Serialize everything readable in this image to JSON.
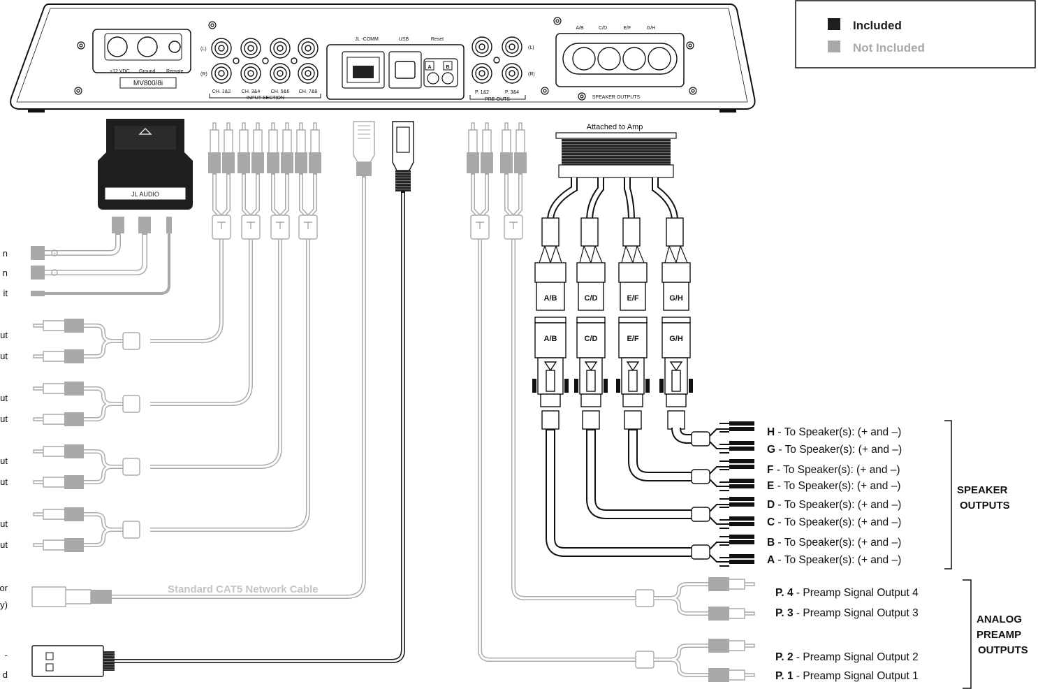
{
  "legend": {
    "included": "Included",
    "not_included": "Not Included",
    "included_color": "#1e1e1e",
    "not_included_color": "#a9a9a9"
  },
  "amp": {
    "power_labels": [
      "+12 VDC",
      "Ground",
      "Remote"
    ],
    "model": "MV800/8i",
    "input_side_l": "(L)",
    "input_side_r": "(R)",
    "input_channels": [
      "CH. 1&2",
      "CH. 3&4",
      "CH. 5&6",
      "CH. 7&8"
    ],
    "input_section": "INPUT SECTION",
    "comm_label": "JL  -COMM",
    "usb_label": "USB",
    "reset_label": "Reset",
    "reset_a": "A",
    "reset_b": "B",
    "preout_l": "(L)",
    "preout_r": "(R)",
    "preout_channels": [
      "P. 1&2",
      "P. 3&4"
    ],
    "preout_section": "PRE-OUTS",
    "speaker_channel_labels": [
      "A/B",
      "C/D",
      "E/F",
      "G/H"
    ],
    "speaker_outputs_label": "SPEAKER OUTPUTS"
  },
  "power_plug_brand": "JL AUDIO",
  "attached_to_amp": "Attached to Amp",
  "speaker_plugs": [
    "A/B",
    "C/D",
    "E/F",
    "G/H"
  ],
  "speaker_connectors": [
    "A/B",
    "C/D",
    "E/F",
    "G/H"
  ],
  "left_labels": [
    "n",
    "n",
    "it",
    "ut",
    "ut",
    "ut",
    "ut",
    "ut",
    "ut",
    "ut",
    "ut",
    "or",
    "y)",
    "-",
    "d"
  ],
  "cat5_cable": "Standard CAT5 Network Cable",
  "speaker_outputs": [
    {
      "ch": "H",
      "text": " - To Speaker(s): (+ and –)"
    },
    {
      "ch": "G",
      "text": " - To Speaker(s): (+ and –)"
    },
    {
      "ch": "F",
      "text": " - To Speaker(s): (+ and –)"
    },
    {
      "ch": "E",
      "text": " - To Speaker(s): (+ and –)"
    },
    {
      "ch": "D",
      "text": " - To Speaker(s): (+ and –)"
    },
    {
      "ch": "C",
      "text": " - To Speaker(s): (+ and –)"
    },
    {
      "ch": "B",
      "text": " - To Speaker(s): (+ and –)"
    },
    {
      "ch": "A",
      "text": " - To Speaker(s): (+ and –)"
    }
  ],
  "speaker_group": [
    "SPEAKER",
    "OUTPUTS"
  ],
  "preamp_outputs": [
    {
      "ch": "P. 4",
      "text": " - Preamp Signal Output 4"
    },
    {
      "ch": "P. 3",
      "text": " - Preamp Signal Output 3"
    },
    {
      "ch": "P. 2",
      "text": " - Preamp Signal Output 2"
    },
    {
      "ch": "P. 1",
      "text": " - Preamp Signal Output 1"
    }
  ],
  "preamp_group": [
    "ANALOG",
    "PREAMP",
    "OUTPUTS"
  ]
}
